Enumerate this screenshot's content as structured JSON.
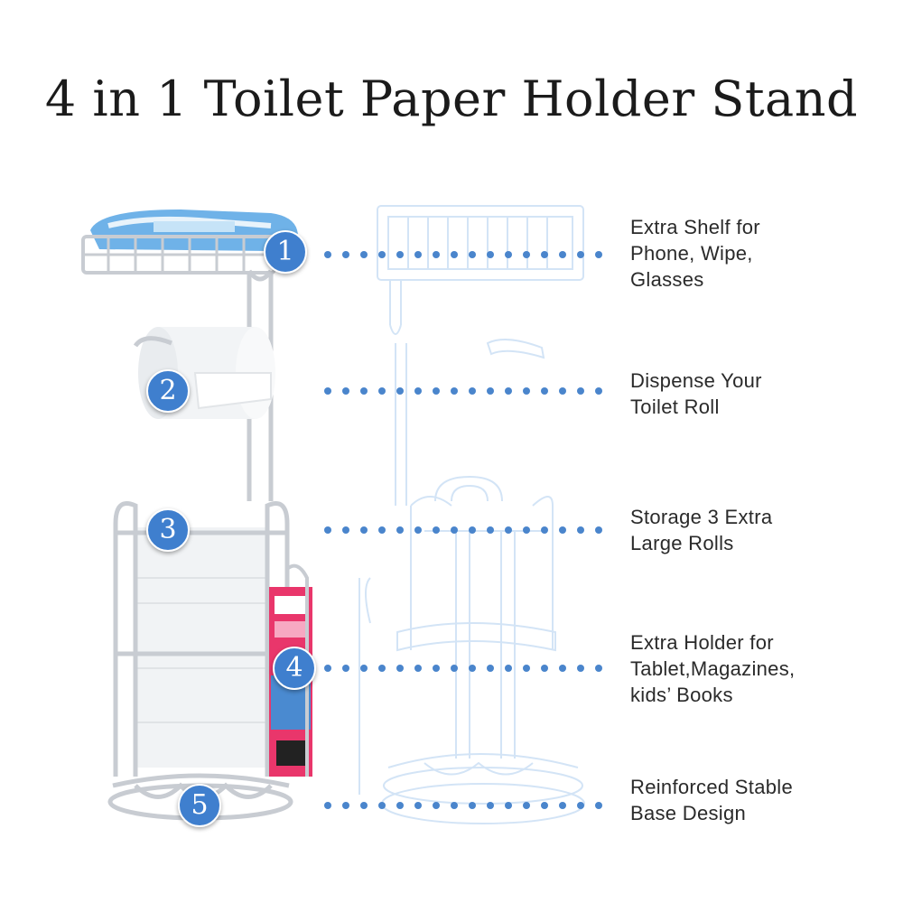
{
  "title": "4 in 1 Toilet Paper Holder Stand",
  "accent_color": "#3f7fce",
  "features": [
    {
      "number": "1",
      "lines": [
        "Extra Shelf for",
        "Phone, Wipe,",
        "Glasses"
      ]
    },
    {
      "number": "2",
      "lines": [
        "Dispense Your",
        "Toilet Roll"
      ]
    },
    {
      "number": "3",
      "lines": [
        "Storage 3 Extra",
        "Large Rolls"
      ]
    },
    {
      "number": "4",
      "lines": [
        "Extra Holder for",
        "Tablet,Magazines,",
        "kids’ Books"
      ]
    },
    {
      "number": "5",
      "lines": [
        "Reinforced Stable",
        "Base Design"
      ]
    }
  ]
}
